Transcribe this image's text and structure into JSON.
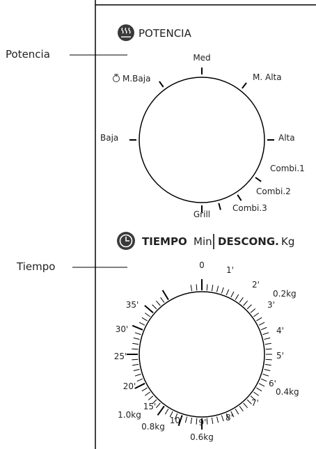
{
  "callouts": {
    "power": "Potencia",
    "time": "Tiempo"
  },
  "power_section": {
    "icon": "heat-waves-icon",
    "title": "POTENCIA",
    "levels": [
      "Med",
      "M. Alta",
      "Alta",
      "Combi.1",
      "Combi.2",
      "Combi.3",
      "Grill",
      "Baja",
      "M.Baja"
    ]
  },
  "time_section": {
    "icon": "clock-icon",
    "title_bold": "TIEMPO",
    "title_unit": "Min",
    "title_bold2": "DESCONG.",
    "title_unit2": "Kg",
    "minute_marks": [
      "0",
      "1'",
      "2'",
      "3'",
      "4'",
      "5'",
      "6'",
      "7'",
      "8'",
      "9'",
      "10'",
      "15'",
      "20'",
      "25'",
      "30'",
      "35'"
    ],
    "weight_marks": [
      "0.2kg",
      "0.4kg",
      "0.6kg",
      "0.8kg",
      "1.0kg"
    ]
  }
}
